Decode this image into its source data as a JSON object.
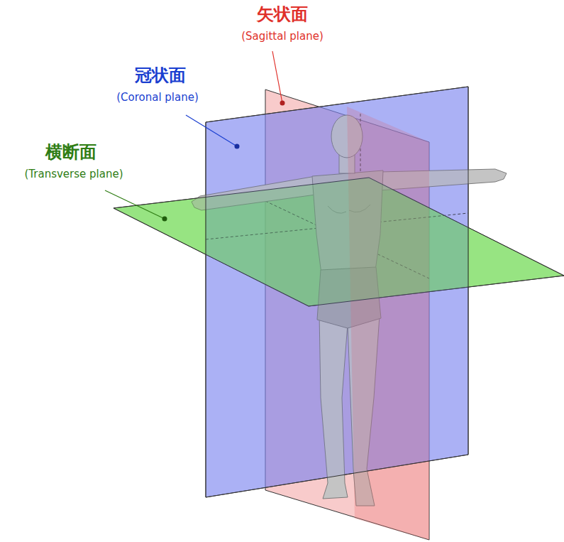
{
  "diagram": {
    "labels": [
      "矢状面",
      "(Sagittal plane)",
      "冠状面",
      "(Coronal plane)",
      "横断面",
      "(Transverse plane)"
    ]
  }
}
